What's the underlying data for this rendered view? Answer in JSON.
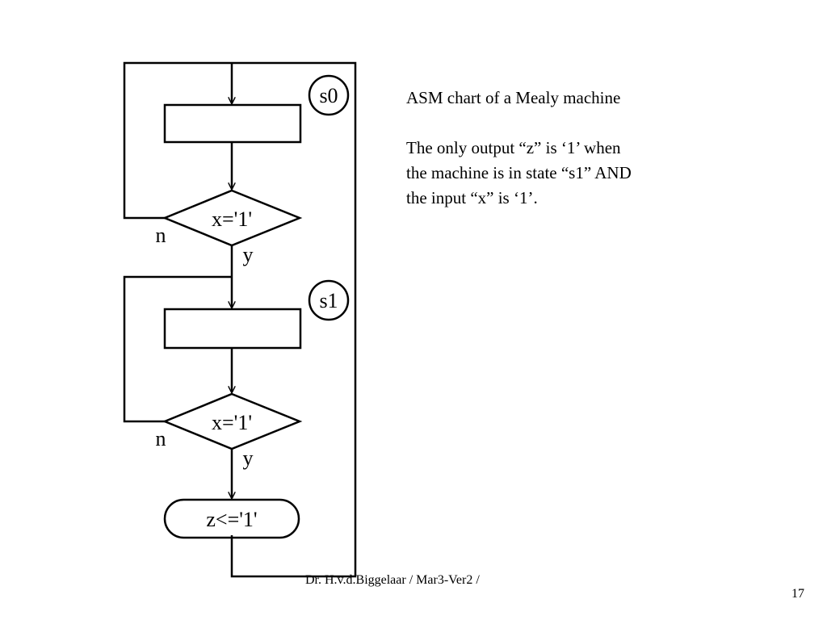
{
  "diagram": {
    "states": [
      {
        "label": "s0"
      },
      {
        "label": "s1"
      }
    ],
    "decisions": [
      {
        "condition": "x='1'",
        "no_label": "n",
        "yes_label": "y"
      },
      {
        "condition": "x='1'",
        "no_label": "n",
        "yes_label": "y"
      }
    ],
    "conditional_output": {
      "label": "z<='1'"
    }
  },
  "text": {
    "title": "ASM chart of a Mealy machine",
    "description": [
      "The only output “z” is ‘1’ when",
      "the machine is in state “s1” AND",
      "the input “x” is ‘1’."
    ]
  },
  "footer": {
    "author": "Dr. H.v.d.Biggelaar / Mar3-Ver2 /",
    "page_number": "17"
  }
}
